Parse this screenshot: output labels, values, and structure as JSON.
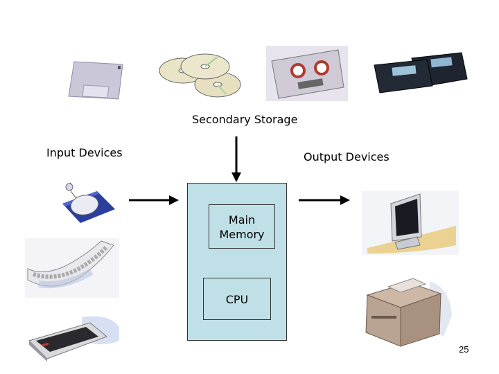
{
  "labels": {
    "secondary_storage": "Secondary Storage",
    "input_devices": "Input Devices",
    "output_devices": "Output Devices"
  },
  "components": {
    "main_memory_line1": "Main",
    "main_memory_line2": "Memory",
    "cpu": "CPU"
  },
  "page_number": "25",
  "colors": {
    "box_fill": "#bfe0e6",
    "arrow": "#000000"
  },
  "icons": [
    "floppy-disk-icon",
    "cd-discs-icon",
    "cassette-tape-icon",
    "zip-disks-icon",
    "mouse-icon",
    "keyboard-icon",
    "scanner-icon",
    "monitor-icon",
    "printer-icon"
  ]
}
